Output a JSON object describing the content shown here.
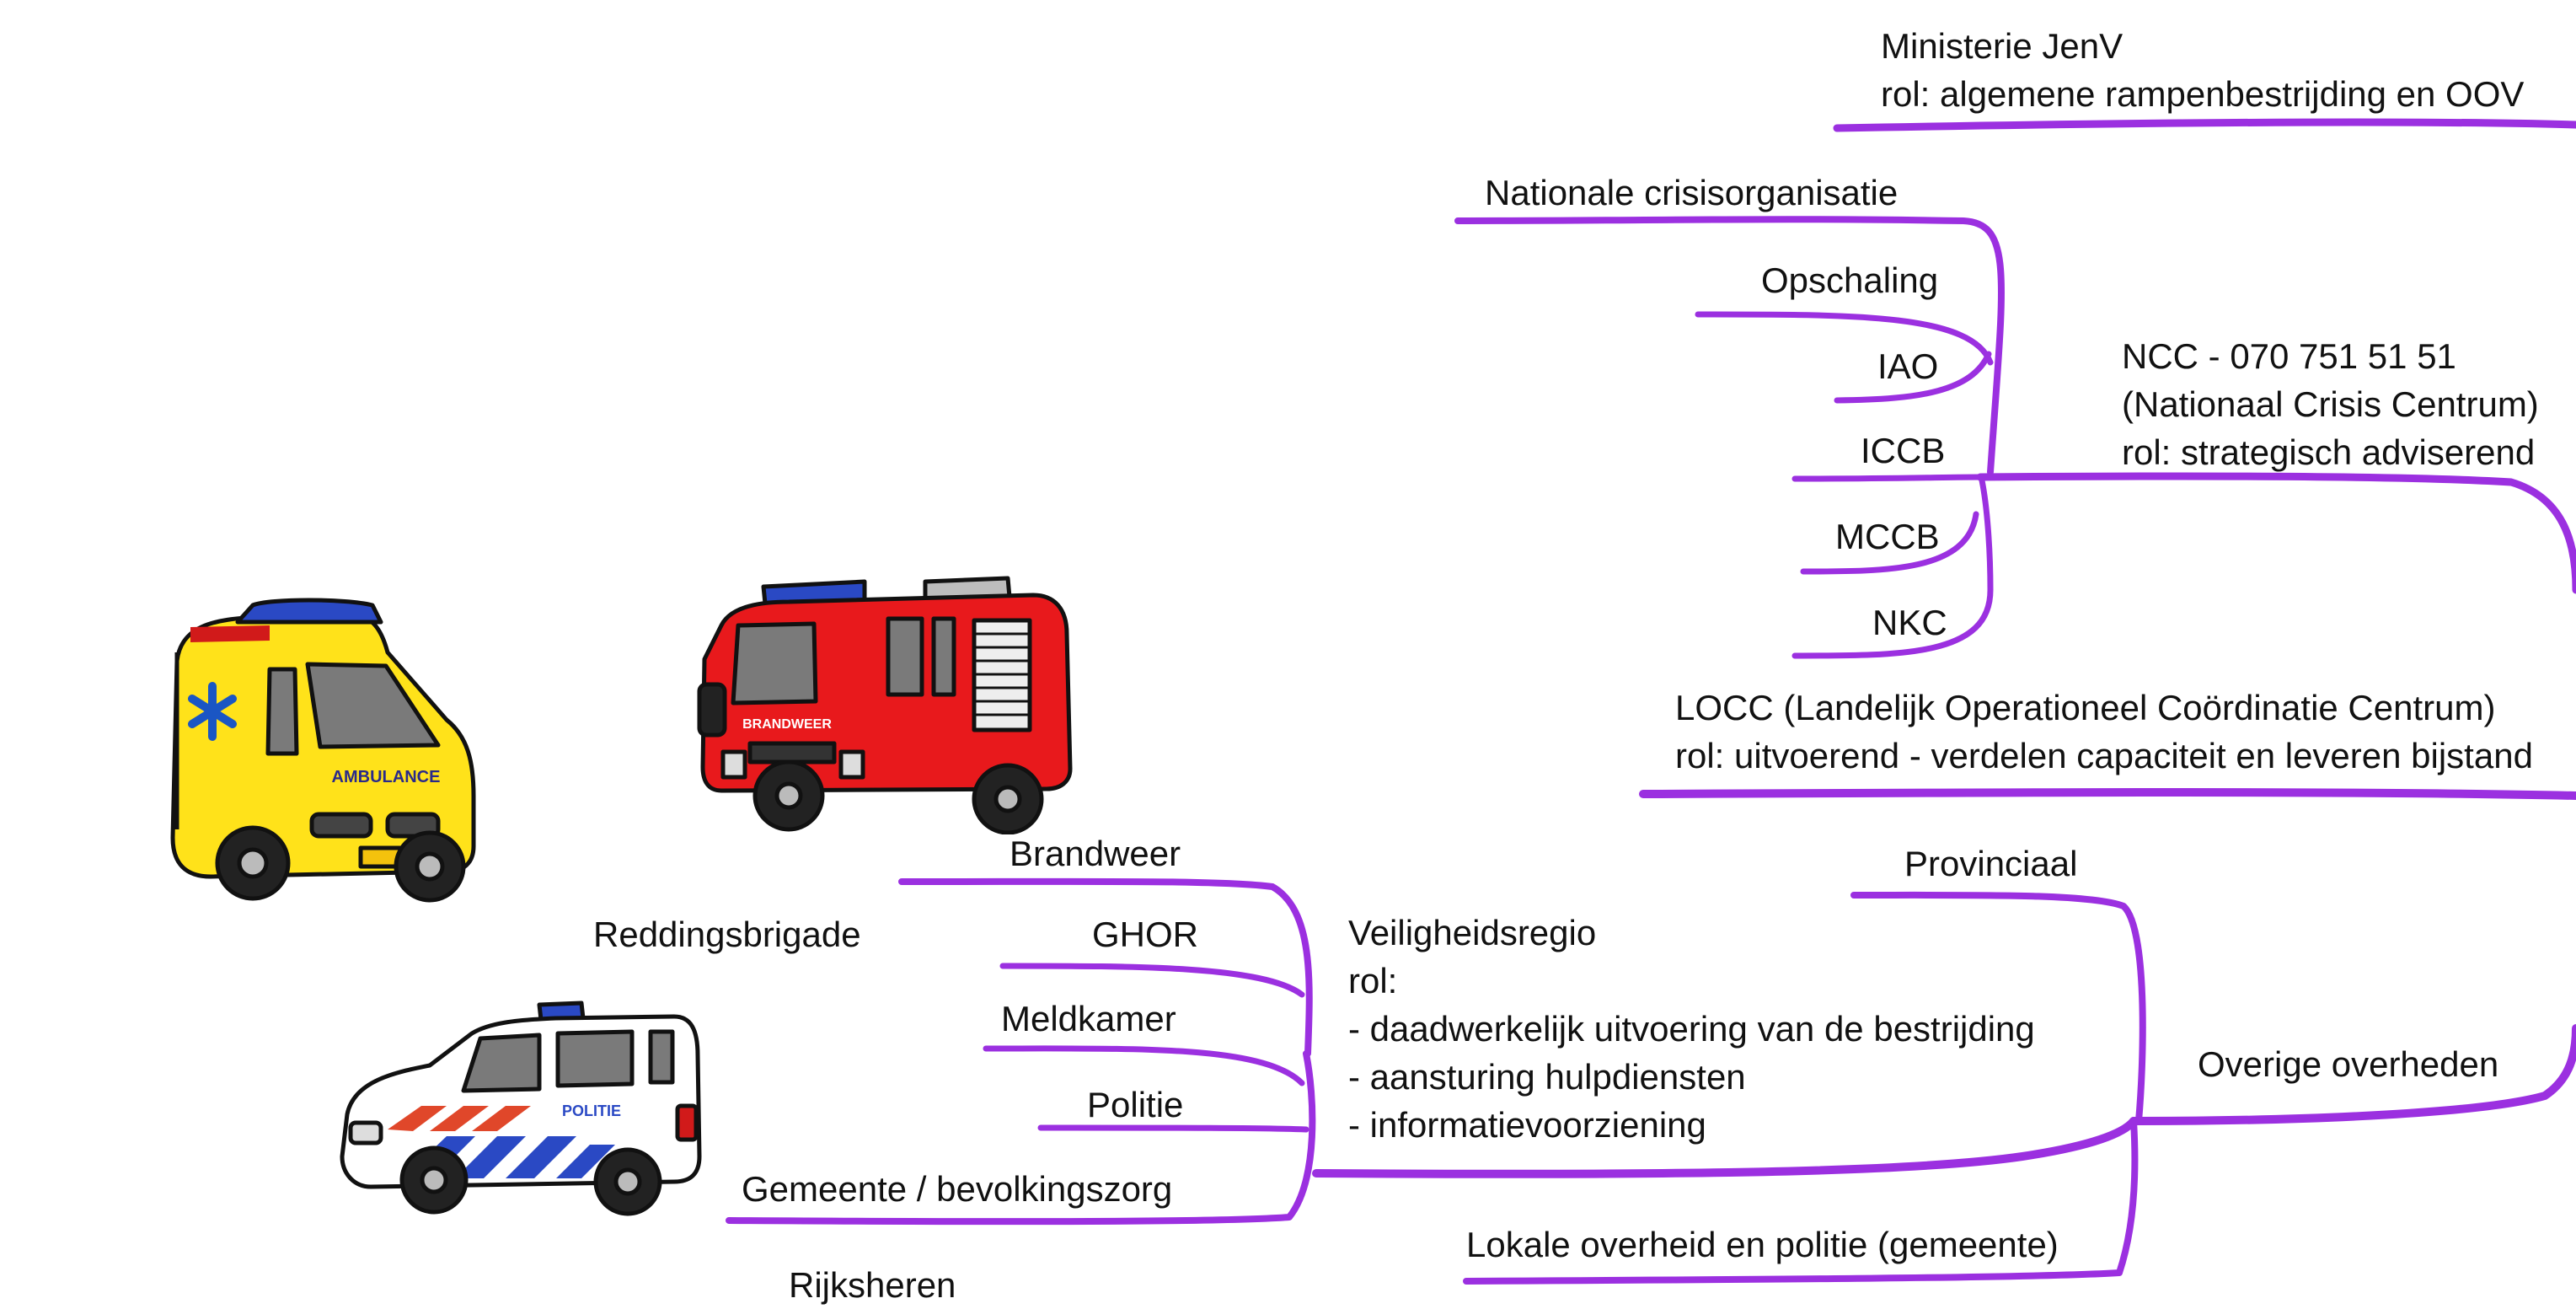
{
  "theme": {
    "branch_color": "#9b30e0"
  },
  "nodes": {
    "ministerie": [
      "Ministerie JenV",
      "rol: algemene rampenbestrijding en OOV"
    ],
    "nationale": "Nationale crisisorganisatie",
    "opschaling": "Opschaling",
    "iao": "IAO",
    "iccb": "ICCB",
    "mccb": "MCCB",
    "nkc": "NKC",
    "ncc": [
      "NCC - 070 751 51 51",
      "(Nationaal Crisis Centrum)",
      "rol: strategisch adviserend"
    ],
    "locc": [
      "LOCC (Landelijk Operationeel Coördinatie Centrum)",
      "rol: uitvoerend - verdelen capaciteit en leveren bijstand"
    ],
    "provinciaal": "Provinciaal",
    "overige": "Overige overheden",
    "lokale": "Lokale overheid en politie (gemeente)",
    "veiligheidsregio": [
      "Veiligheidsregio",
      "rol:",
      "- daadwerkelijk uitvoering van de bestrijding",
      "- aansturing hulpdiensten",
      "- informatievoorziening"
    ],
    "brandweer": "Brandweer",
    "ghor": "GHOR",
    "meldkamer": "Meldkamer",
    "politie": "Politie",
    "gemeente": "Gemeente / bevolkingszorg",
    "reddingsbrigade": "Reddingsbrigade",
    "rijksheren": "Rijksheren"
  },
  "vehicles": {
    "ambulance": {
      "label": "AMBULANCE",
      "icon": "ambulance-icon",
      "color": "#ffe21a"
    },
    "firetruck": {
      "label": "BRANDWEER",
      "icon": "fire-truck-icon",
      "color": "#e8191c"
    },
    "police": {
      "label": "POLITIE",
      "icon": "police-car-icon",
      "color": "#ffffff"
    }
  }
}
